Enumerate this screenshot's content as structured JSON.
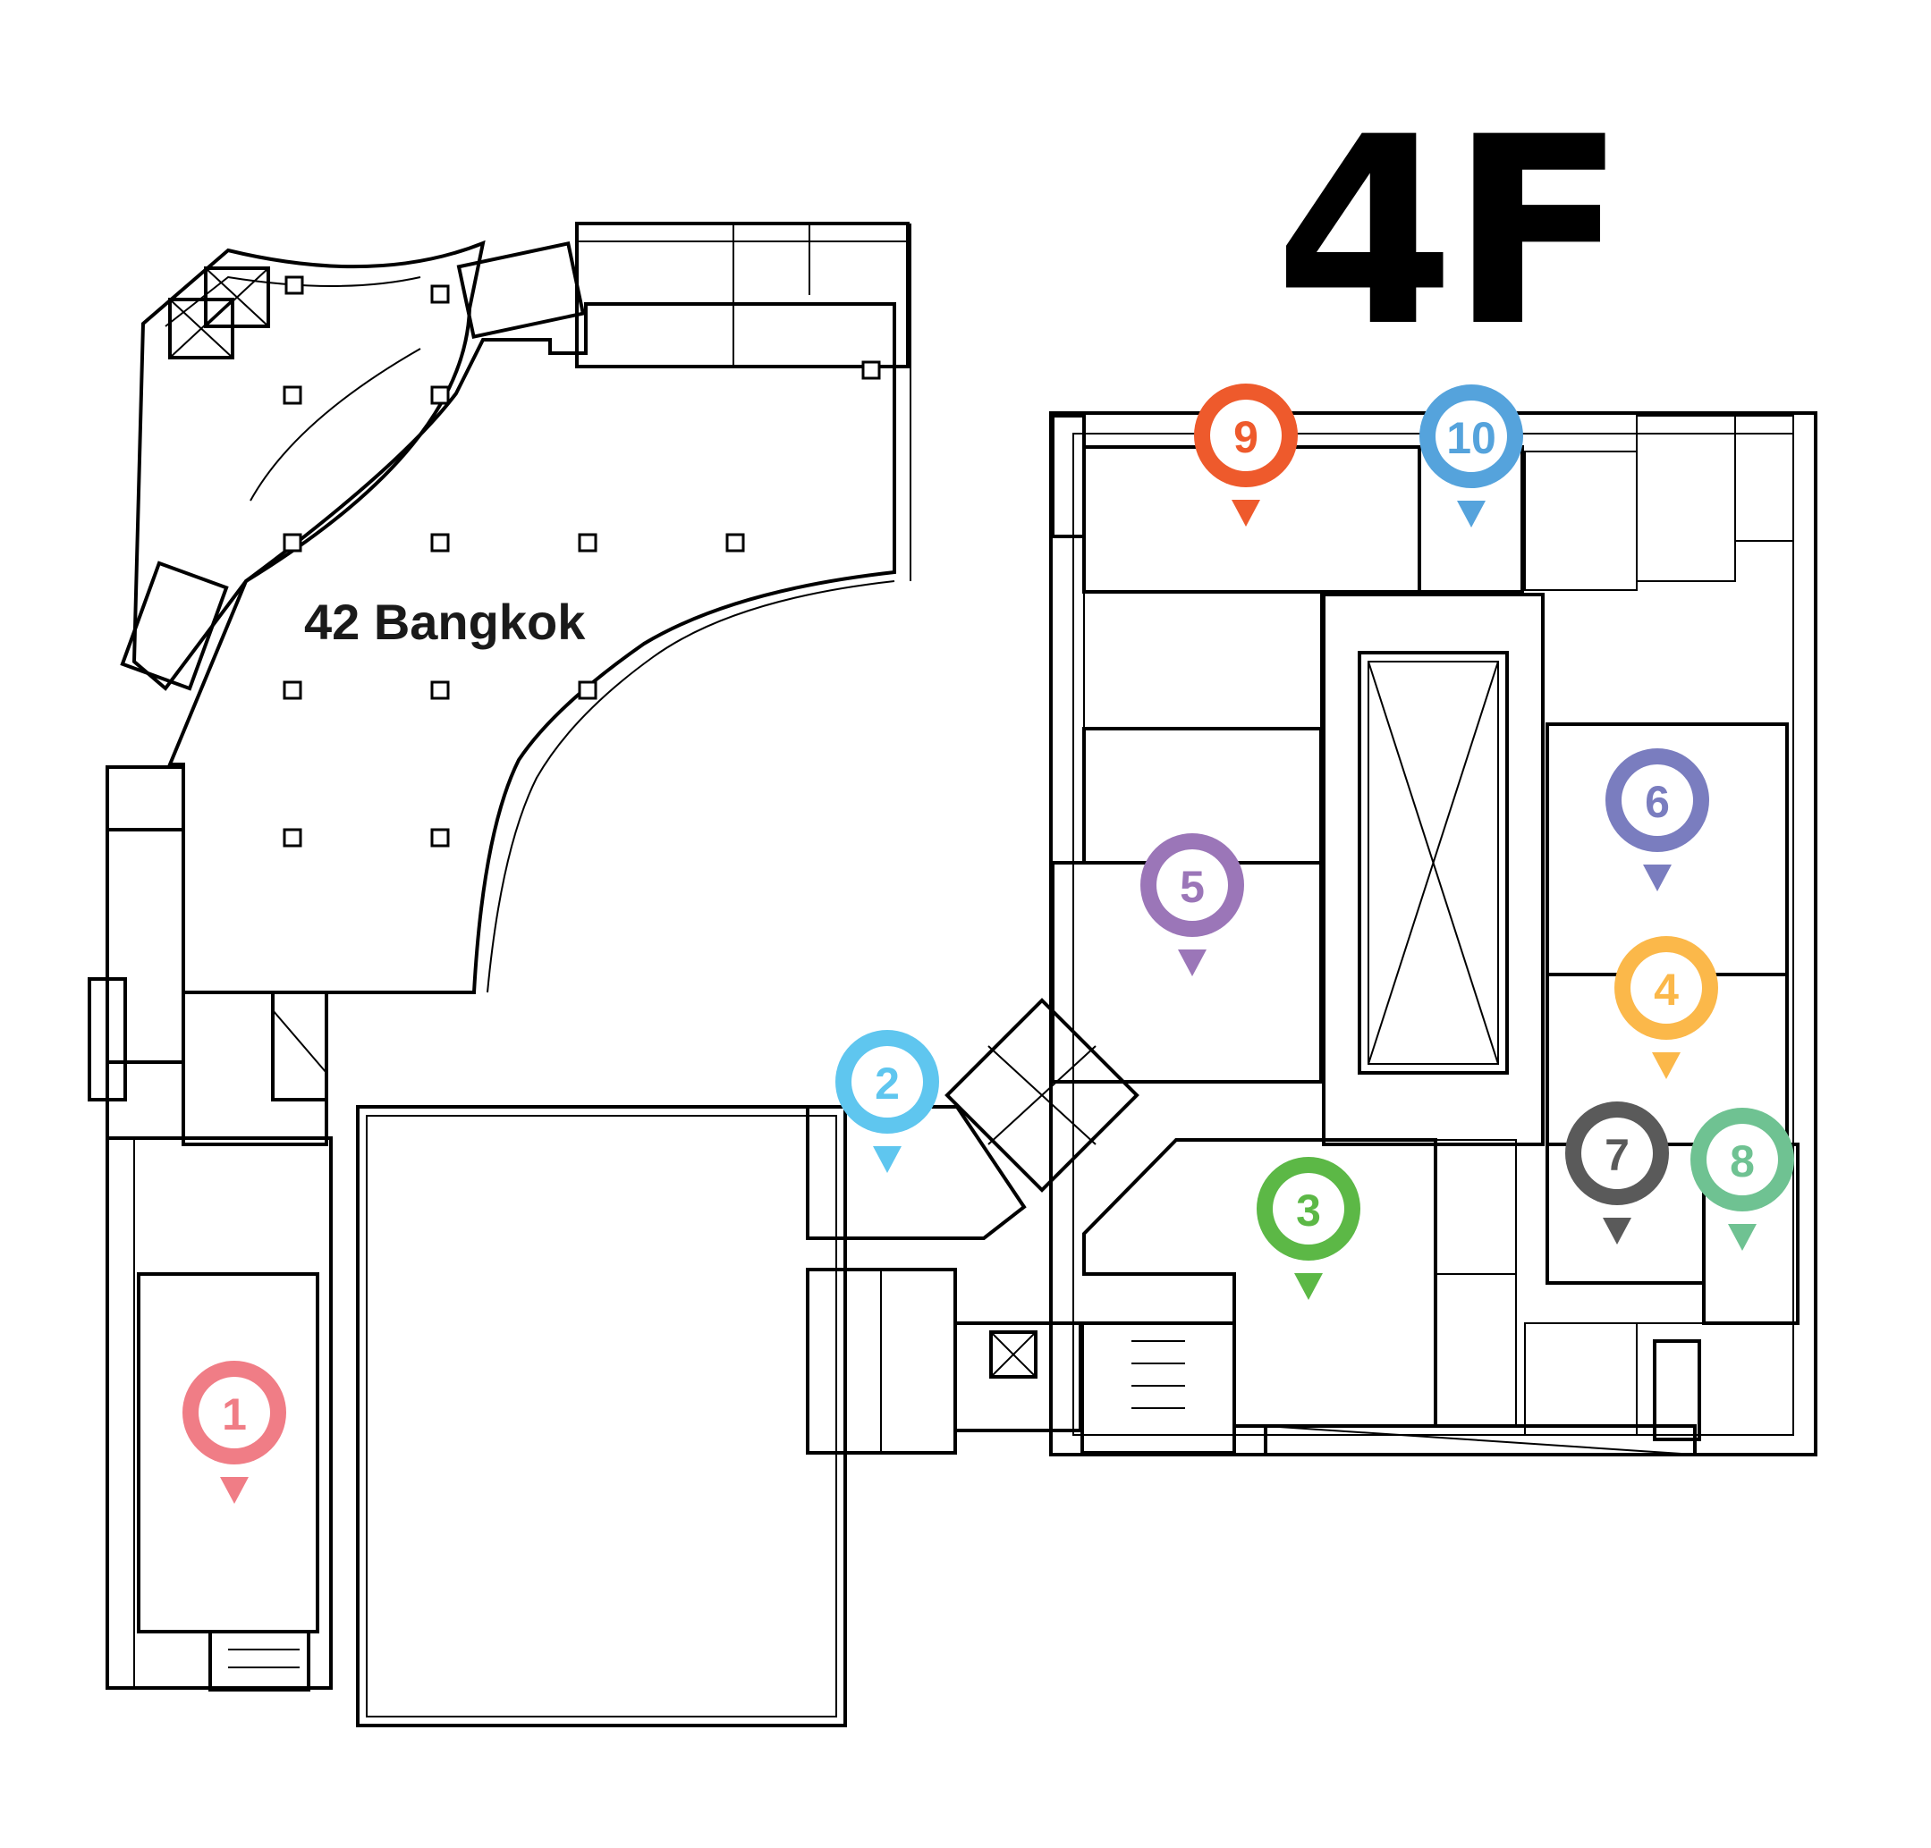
{
  "floor": {
    "label": "4F"
  },
  "rooms": {
    "main_hall": {
      "label": "42 Bangkok",
      "color": "#f39395"
    },
    "meeting_color": "#3897fd"
  },
  "pins": [
    {
      "number": "1",
      "color": "#f07d86"
    },
    {
      "number": "2",
      "color": "#5fc6ef"
    },
    {
      "number": "3",
      "color": "#5cb846"
    },
    {
      "number": "4",
      "color": "#fbb84a"
    },
    {
      "number": "5",
      "color": "#9b76b8"
    },
    {
      "number": "6",
      "color": "#7a7dbf"
    },
    {
      "number": "7",
      "color": "#5a5a5a"
    },
    {
      "number": "8",
      "color": "#6fc292"
    },
    {
      "number": "9",
      "color": "#ee5a2c"
    },
    {
      "number": "10",
      "color": "#55a3dc"
    }
  ]
}
